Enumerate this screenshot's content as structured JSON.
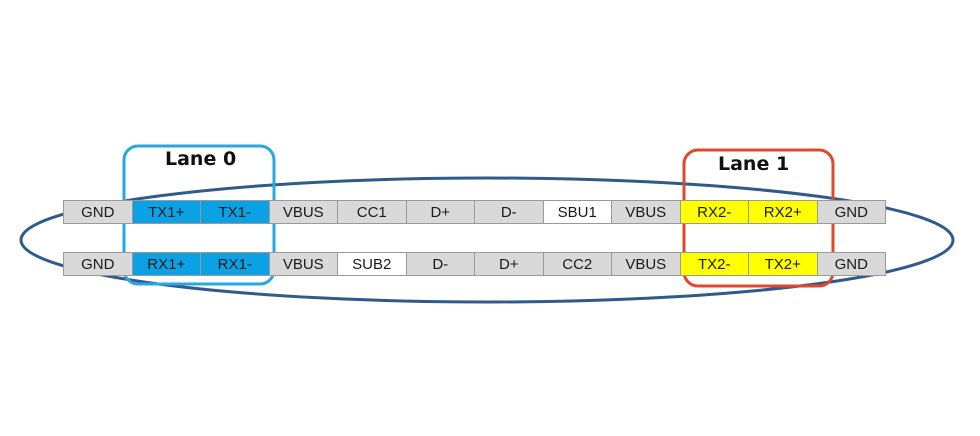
{
  "lanes": [
    {
      "label": "Lane 0",
      "color": "#29a7e1"
    },
    {
      "label": "Lane 1",
      "color": "#e0482c"
    }
  ],
  "connector": {
    "outline_color": "#2f5a8a",
    "top_row": [
      {
        "label": "GND",
        "fill": "#d9d9d9"
      },
      {
        "label": "TX1+",
        "fill": "#0aa2e4"
      },
      {
        "label": "TX1-",
        "fill": "#0aa2e4"
      },
      {
        "label": "VBUS",
        "fill": "#d9d9d9"
      },
      {
        "label": "CC1",
        "fill": "#d9d9d9"
      },
      {
        "label": "D+",
        "fill": "#d9d9d9"
      },
      {
        "label": "D-",
        "fill": "#d9d9d9"
      },
      {
        "label": "SBU1",
        "fill": "#ffffff"
      },
      {
        "label": "VBUS",
        "fill": "#d9d9d9"
      },
      {
        "label": "RX2-",
        "fill": "#ffff00"
      },
      {
        "label": "RX2+",
        "fill": "#ffff00"
      },
      {
        "label": "GND",
        "fill": "#d9d9d9"
      }
    ],
    "bottom_row": [
      {
        "label": "GND",
        "fill": "#d9d9d9"
      },
      {
        "label": "RX1+",
        "fill": "#0aa2e4"
      },
      {
        "label": "RX1-",
        "fill": "#0aa2e4"
      },
      {
        "label": "VBUS",
        "fill": "#d9d9d9"
      },
      {
        "label": "SUB2",
        "fill": "#ffffff"
      },
      {
        "label": "D-",
        "fill": "#d9d9d9"
      },
      {
        "label": "D+",
        "fill": "#d9d9d9"
      },
      {
        "label": "CC2",
        "fill": "#d9d9d9"
      },
      {
        "label": "VBUS",
        "fill": "#d9d9d9"
      },
      {
        "label": "TX2-",
        "fill": "#ffff00"
      },
      {
        "label": "TX2+",
        "fill": "#ffff00"
      },
      {
        "label": "GND",
        "fill": "#d9d9d9"
      }
    ]
  }
}
